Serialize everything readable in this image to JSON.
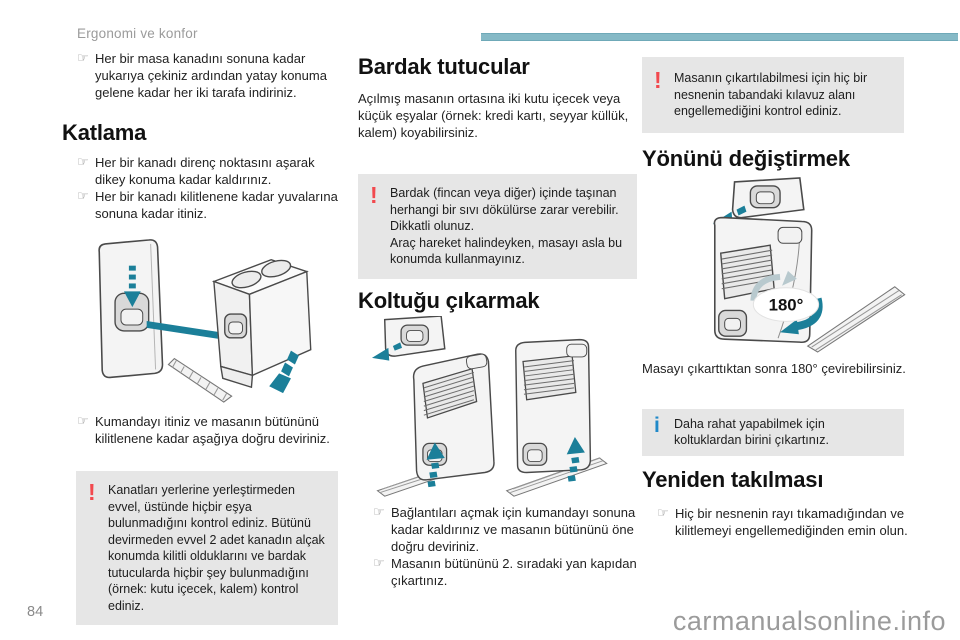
{
  "page": {
    "header_title": "Ergonomi ve konfor",
    "page_number": "84",
    "watermark": "carmanualsonline.info"
  },
  "icons": {
    "bullet_hand": "☞",
    "warning_mark": "!",
    "info_mark": "i"
  },
  "colors": {
    "accent_bar": "#85b9c6",
    "diagram_teal": "#1b7f99",
    "warning_red": "#f2494e",
    "info_blue": "#2089c9",
    "box_gray": "#e6e6e6"
  },
  "left": {
    "intro_bullet": "Her bir masa kanadını sonuna kadar yukarıya çekiniz ardından yatay konuma gelene kadar her iki tarafa indiriniz.",
    "title": "Katlama",
    "bullets": [
      "Her bir kanadı direnç noktasını aşarak dikey konuma kadar kaldırınız.",
      "Her bir kanadı kilitlenene kadar yuvalarına sonuna kadar itiniz."
    ],
    "after_image_bullet": "Kumandayı itiniz ve masanın bütününü kilitlenene kadar aşağıya doğru deviriniz.",
    "warning": "Kanatları yerlerine yerleştirmeden evvel, üstünde hiçbir eşya bulunmadığını kontrol ediniz. Bütünü devirmeden evvel 2 adet kanadın alçak konumda kilitli olduklarını ve bardak tutucularda hiçbir şey bulunmadığını (örnek: kutu içecek, kalem) kontrol ediniz."
  },
  "middle": {
    "title_cupholders": "Bardak tutucular",
    "cupholders_text": "Açılmış masanın ortasına iki kutu içecek veya küçük eşyalar (örnek: kredi kartı, seyyar küllük, kalem) koyabilirsiniz.",
    "warning": "Bardak (fincan veya diğer) içinde taşınan herhangi bir sıvı dökülürse zarar verebilir.\nDikkatli olunuz.\nAraç hareket halindeyken, masayı asla bu konumda kullanmayınız.",
    "title_remove": "Koltuğu çıkarmak",
    "bullets": [
      "Bağlantıları açmak için kumandayı sonuna kadar kaldırınız ve masanın bütününü öne doğru deviriniz.",
      "Masanın bütününü 2. sıradaki yan kapıdan çıkartınız."
    ]
  },
  "right": {
    "warning": "Masanın çıkartılabilmesi için hiç bir nesnenin tabandaki kılavuz alanı engellemediğini kontrol ediniz.",
    "title_rotate": "Yönünü değiştirmek",
    "rotation_label": "180°",
    "rotate_caption": "Masayı çıkarttıktan sonra 180° çevirebilirsiniz.",
    "info": "Daha rahat yapabilmek için koltuklardan birini çıkartınız.",
    "title_refit": "Yeniden takılması",
    "refit_bullet": "Hiç bir nesnenin rayı tıkamadığından ve kilitlemeyi engellemediğinden emin olun."
  }
}
